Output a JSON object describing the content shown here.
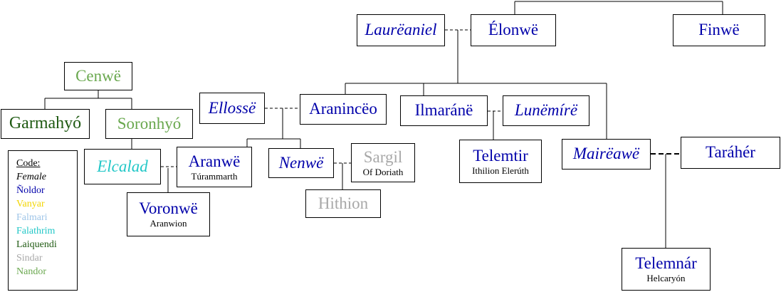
{
  "colors": {
    "noldor": "#0000aa",
    "vanyar": "#f2d500",
    "falmari": "#9fc5e8",
    "falathrim": "#22c7c7",
    "laiquendi": "#1f5a12",
    "sindar": "#a8a8a8",
    "nandor": "#6aa84f",
    "line": "#000000"
  },
  "legend": {
    "title": "Code:",
    "entries": [
      {
        "label": "Female",
        "color": "#000000",
        "italic": true
      },
      {
        "label": "Ñoldor",
        "color": "#0000aa"
      },
      {
        "label": "Vanyar",
        "color": "#f2d500"
      },
      {
        "label": "Falmari",
        "color": "#9fc5e8"
      },
      {
        "label": "Falathrim",
        "color": "#22c7c7"
      },
      {
        "label": "Laiquendi",
        "color": "#1f5a12"
      },
      {
        "label": "Sindar",
        "color": "#a8a8a8"
      },
      {
        "label": "Nandor",
        "color": "#6aa84f"
      }
    ]
  },
  "people": {
    "laureaniel": {
      "name": "Laurëaniel",
      "color": "#0000aa",
      "female": true
    },
    "elonwe": {
      "name": "Élonwë",
      "color": "#0000aa"
    },
    "finwe": {
      "name": "Finwë",
      "color": "#0000aa"
    },
    "cenwe": {
      "name": "Cenwë",
      "color": "#6aa84f"
    },
    "garmahyo": {
      "name": "Garmahyó",
      "color": "#1f5a12"
    },
    "soronhyo": {
      "name": "Soronhyó",
      "color": "#6aa84f"
    },
    "ellosse": {
      "name": "Ellossë",
      "color": "#0000aa",
      "female": true
    },
    "arancinceo": {
      "name": "Aranincëo",
      "color": "#0000aa"
    },
    "ilmarane": {
      "name": "Ilmaránë",
      "color": "#0000aa"
    },
    "lunemire": {
      "name": "Lunëmírë",
      "color": "#0000aa",
      "female": true
    },
    "elcalad": {
      "name": "Elcalad",
      "color": "#22c7c7",
      "female": true
    },
    "aranwe": {
      "name": "Aranwë",
      "color": "#0000aa",
      "sub": "Túrammarth"
    },
    "nenwe": {
      "name": "Nenwë",
      "color": "#0000aa",
      "female": true
    },
    "sargil": {
      "name": "Sargil",
      "color": "#a8a8a8",
      "sub": "Of Doriath"
    },
    "telemtir": {
      "name": "Telemtir",
      "color": "#0000aa",
      "sub": "Ithilion Elerúth"
    },
    "maireawe": {
      "name": "Mairëawë",
      "color": "#0000aa",
      "female": true
    },
    "taraher": {
      "name": "Taráhér",
      "color": "#0000aa"
    },
    "voronwe": {
      "name": "Voronwë",
      "color": "#0000aa",
      "sub": "Aranwion"
    },
    "hithion": {
      "name": "Hithion",
      "color": "#a8a8a8"
    },
    "telemnar": {
      "name": "Telemnár",
      "color": "#0000aa",
      "sub": "Helcaryón"
    }
  }
}
